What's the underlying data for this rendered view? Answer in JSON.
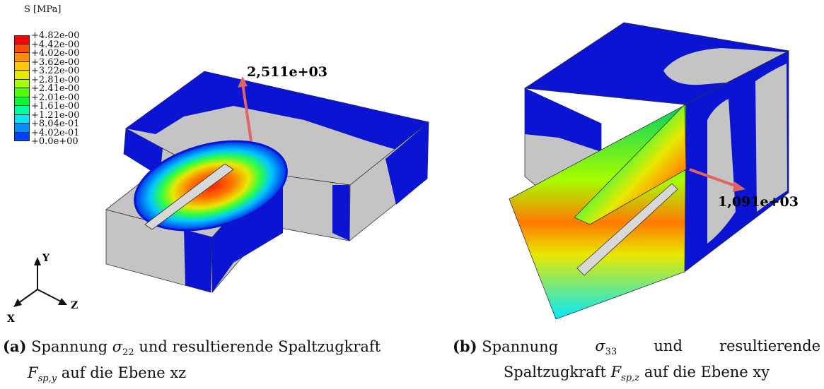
{
  "legend": {
    "title": "S [MPa]",
    "labels": [
      "+4.82e-00",
      "+4.42e-00",
      "+4.02e-00",
      "+3.62e-00",
      "+3.22e-00",
      "+2.81e-00",
      "+2.41e-00",
      "+2.01e-00",
      "+1.61e-00",
      "+1.21e-00",
      "+8.04e-01",
      "+4.02e-01",
      "+0.0e+00"
    ],
    "colors": [
      "#ff0000",
      "#ff4a00",
      "#ff8f00",
      "#ffc800",
      "#e8e800",
      "#a6ff00",
      "#50ff00",
      "#00ff30",
      "#00ffa0",
      "#00e8ff",
      "#0090ff",
      "#0040ff",
      "#0000d0"
    ]
  },
  "figure_a": {
    "force_value": "2,511e+03",
    "caption_label": "(a)",
    "caption_line1_pre": "Spannung",
    "caption_symbol": "σ",
    "caption_symbol_sub": "22",
    "caption_line1_post": "und resultierende Spaltzugkraft",
    "caption_force_symbol": "F",
    "caption_force_sub": "sp,y",
    "caption_line2_post": "auf die Ebene xz"
  },
  "figure_b": {
    "force_value": "1,091e+03",
    "caption_label": "(b)",
    "caption_line1_pre": "Spannung",
    "caption_symbol": "σ",
    "caption_symbol_sub": "33",
    "caption_line1_mid": "und",
    "caption_line1_post": "resultierende",
    "caption_line2_pre": "Spaltzugkraft",
    "caption_force_symbol": "F",
    "caption_force_sub": "sp,z",
    "caption_line2_post": "auf die Ebene xy"
  },
  "triad": {
    "y": "Y",
    "z": "Z",
    "x": "X"
  },
  "colors": {
    "blue": "#0a14d2",
    "gray": "#c4c4c4",
    "arrow": "#e06464"
  }
}
